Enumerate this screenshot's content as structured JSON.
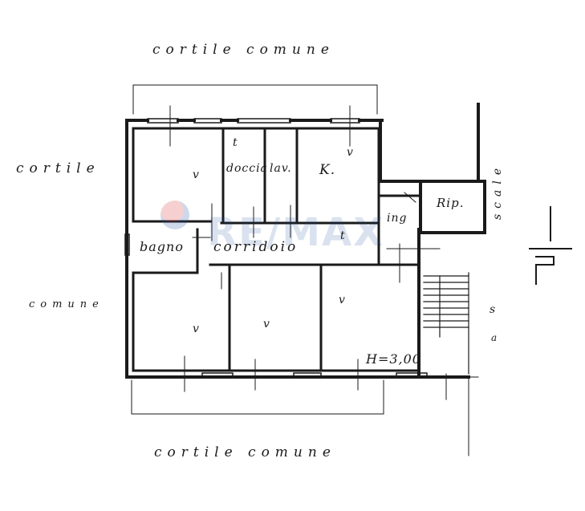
{
  "labels": {
    "top": "cortile comune",
    "left_top": "cortile",
    "left_bottom": "comune",
    "bottom": "cortile comune",
    "right_vertical": "scale",
    "right_s": "s",
    "right_a": "a"
  },
  "rooms": {
    "docc": "doccia",
    "lav": "lav.",
    "k": "K.",
    "rip": "Rip.",
    "ing": "ing",
    "bagno": "bagno",
    "corridoio": "corridoio",
    "height": "H=3,00"
  },
  "marks": {
    "v": "v",
    "t": "t"
  },
  "watermark": {
    "text": "RE/MAX",
    "colors": {
      "brand_blue": "#1f4fa0",
      "brand_red": "#d62b2b"
    }
  },
  "colors": {
    "line": "#1a1a1a",
    "background": "#ffffff"
  }
}
